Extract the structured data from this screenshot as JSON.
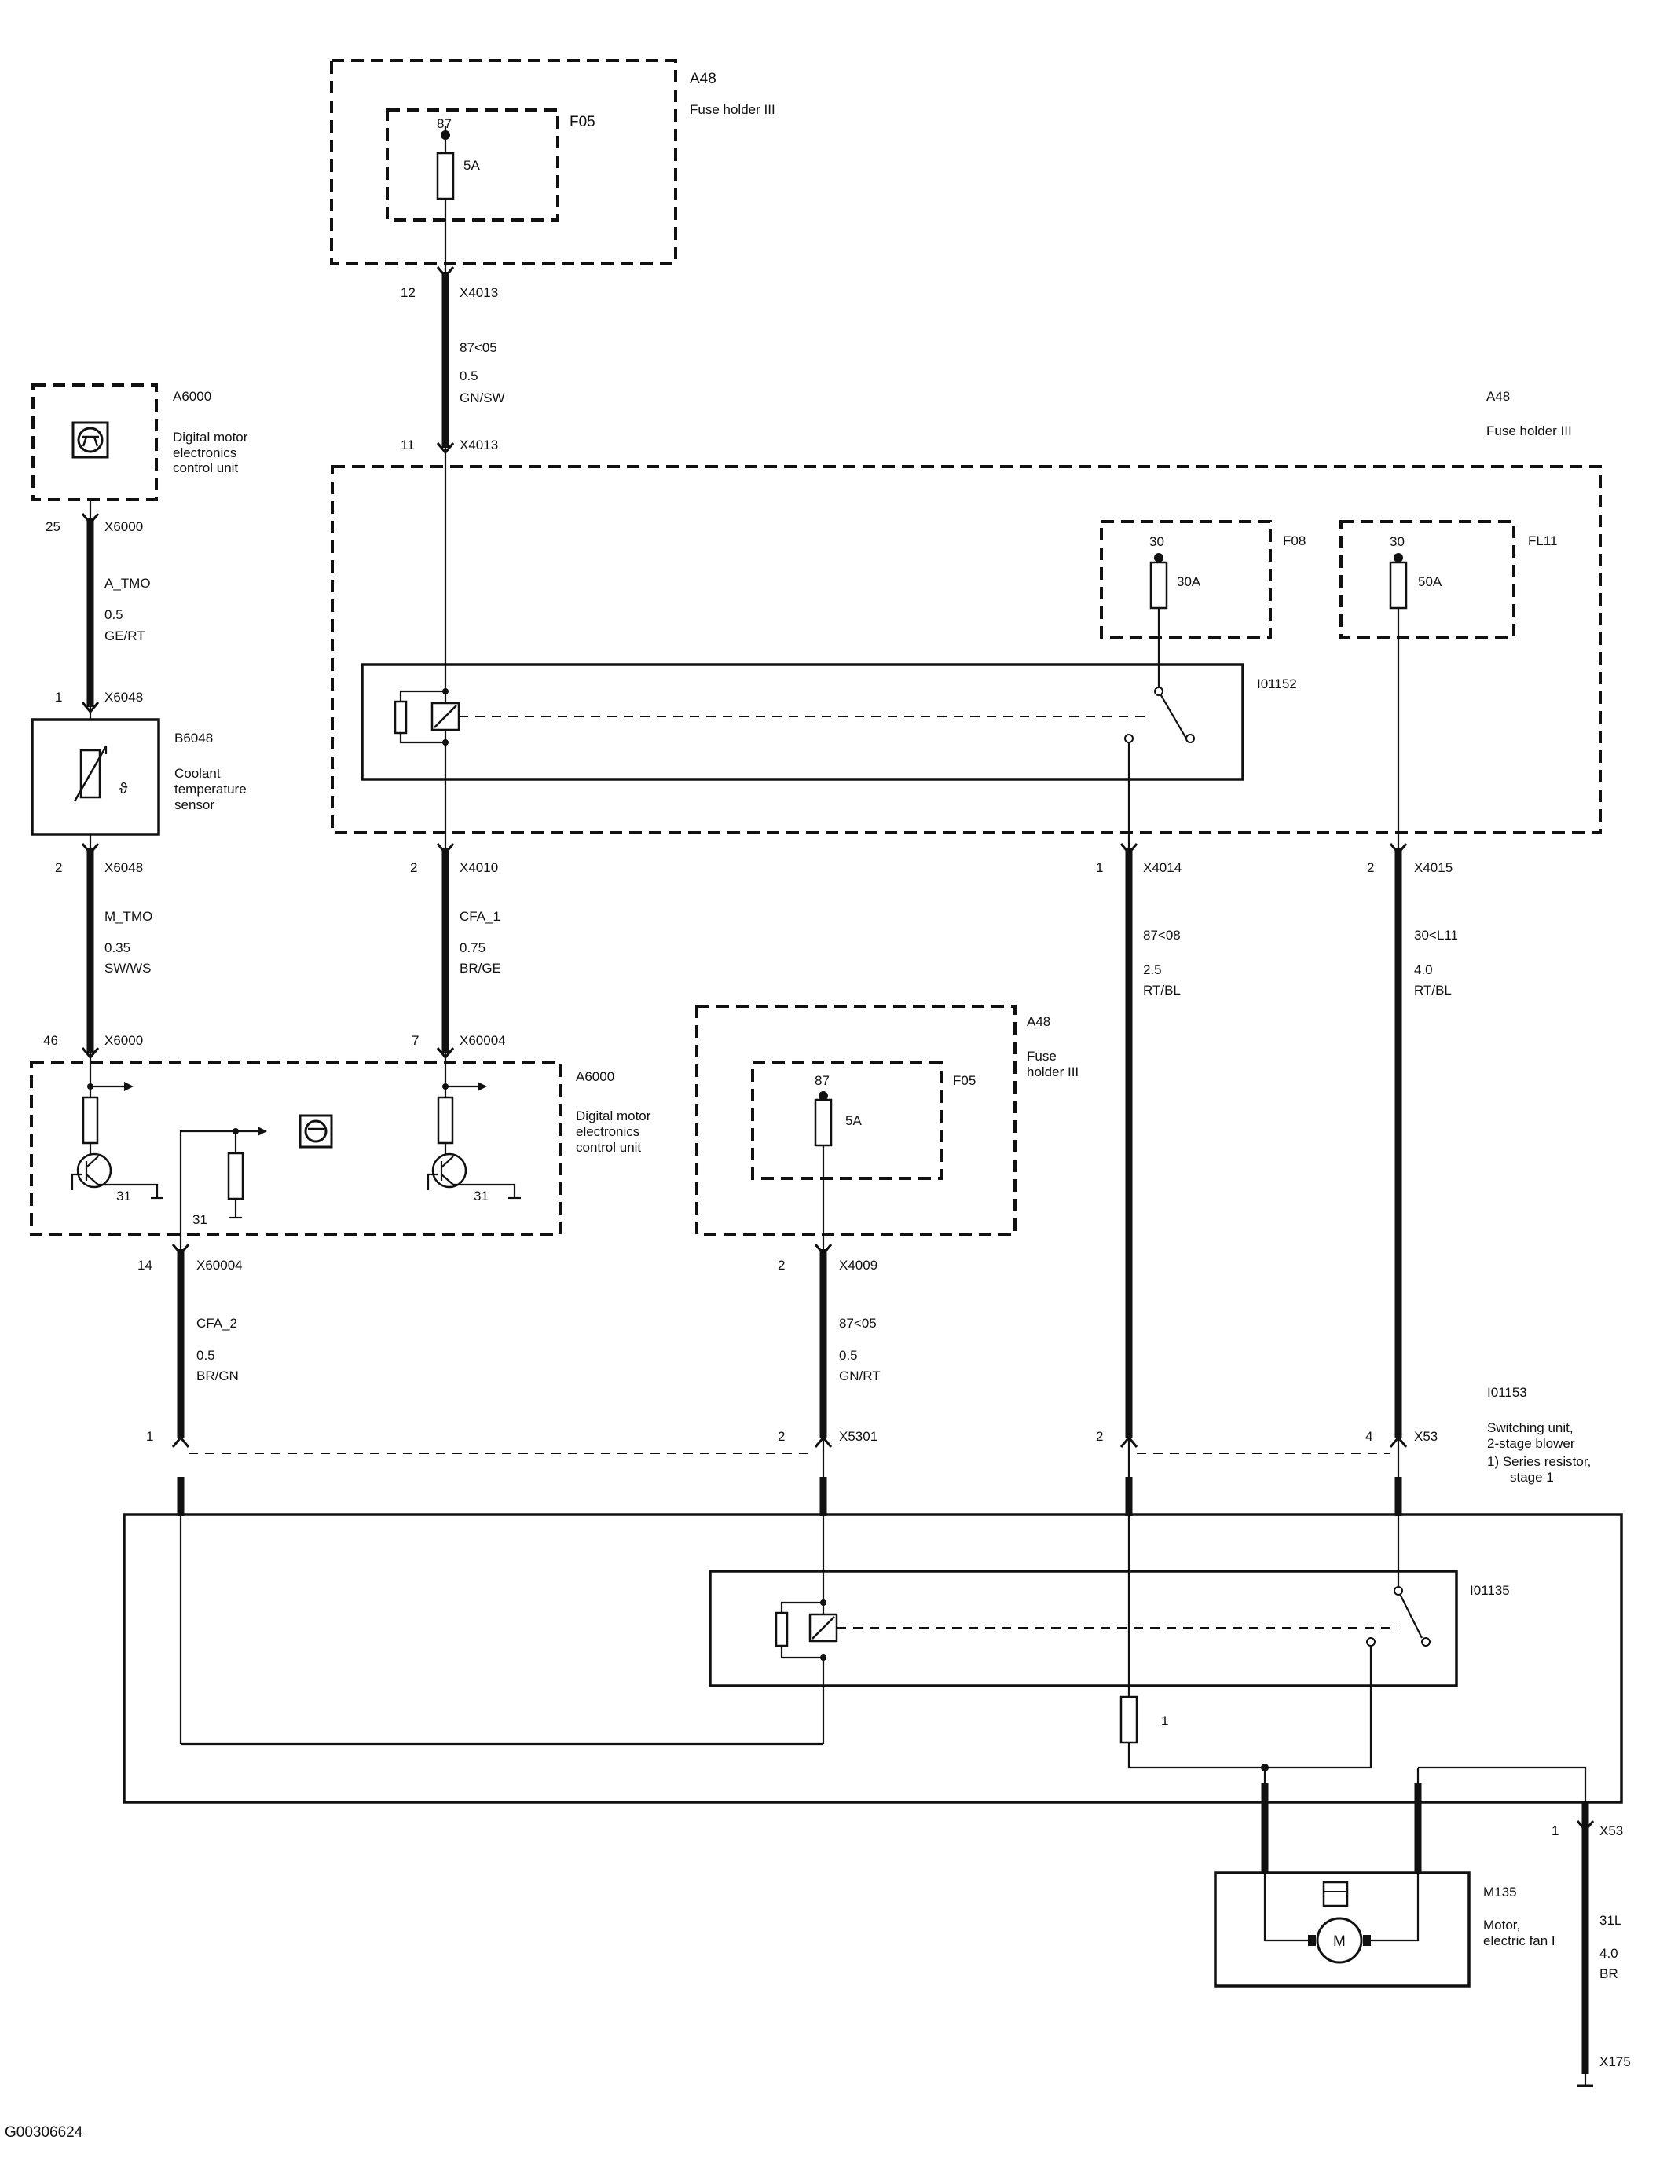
{
  "labels": {
    "a48_top_id": "A48",
    "a48_top_name": "Fuse holder III",
    "f05_top_id": "F05",
    "f05_top_pin": "87",
    "f05_top_rating": "5A",
    "x4013_top_pin": "12",
    "x4013_top": "X4013",
    "w1_circuit": "87<05",
    "w1_size": "0.5",
    "w1_color": "GN/SW",
    "x4013_bot_pin": "11",
    "x4013_bot": "X4013",
    "a48_right_id": "A48",
    "a48_right_name": "Fuse holder III",
    "f08_id": "F08",
    "f08_pin": "30",
    "f08_rating": "30A",
    "fl11_id": "FL11",
    "fl11_pin": "30",
    "fl11_rating": "50A",
    "i01152": "I01152",
    "a6000_top_id": "A6000",
    "a6000_top_name_1": "Digital motor",
    "a6000_top_name_2": "electronics",
    "a6000_top_name_3": "control unit",
    "x6000_top_pin": "25",
    "x6000_top": "X6000",
    "w_atmo_circuit": "A_TMO",
    "w_atmo_size": "0.5",
    "w_atmo_color": "GE/RT",
    "x6048_top_pin": "1",
    "x6048_top": "X6048",
    "b6048_id": "B6048",
    "b6048_name_1": "Coolant",
    "b6048_name_2": "temperature",
    "b6048_name_3": "sensor",
    "x6048_bot_pin": "2",
    "x6048_bot": "X6048",
    "w_mtmo_circuit": "M_TMO",
    "w_mtmo_size": "0.35",
    "w_mtmo_color": "SW/WS",
    "x6000_bot_pin": "46",
    "x6000_bot": "X6000",
    "x4010_pin": "2",
    "x4010": "X4010",
    "w_cfa1_circuit": "CFA_1",
    "w_cfa1_size": "0.75",
    "w_cfa1_color": "BR/GE",
    "x60004_top_pin": "7",
    "x60004_top": "X60004",
    "x4014_pin": "1",
    "x4014": "X4014",
    "w_87_08_circuit": "87<08",
    "w_87_08_size": "2.5",
    "w_87_08_color": "RT/BL",
    "x4015_pin": "2",
    "x4015": "X4015",
    "w_30_l11_circuit": "30<L11",
    "w_30_l11_size": "4.0",
    "w_30_l11_color": "RT/BL",
    "a6000_mid_id": "A6000",
    "a6000_mid_name_1": "Digital motor",
    "a6000_mid_name_2": "electronics",
    "a6000_mid_name_3": "control unit",
    "gnd_31_a": "31",
    "gnd_31_b": "31",
    "gnd_31_c": "31",
    "a48_mid_id": "A48",
    "a48_mid_name_1": "Fuse",
    "a48_mid_name_2": "holder III",
    "f05_mid_id": "F05",
    "f05_mid_pin": "87",
    "f05_mid_rating": "5A",
    "x60004_bot_pin": "14",
    "x60004_bot": "X60004",
    "w_cfa2_circuit": "CFA_2",
    "w_cfa2_size": "0.5",
    "w_cfa2_color": "BR/GN",
    "x4009_pin": "2",
    "x4009": "X4009",
    "w_87_05_b_circuit": "87<05",
    "w_87_05_b_size": "0.5",
    "w_87_05_b_color": "GN/RT",
    "i01153_id": "I01153",
    "i01153_name_1": "Switching unit,",
    "i01153_name_2": "2-stage blower",
    "i01153_note_1": "1)  Series resistor,",
    "i01153_note_2": "stage 1",
    "x5301_pin_1": "1",
    "x5301_pin_2": "2",
    "x5301": "X5301",
    "x53_pin_2": "2",
    "x53_pin_4": "4",
    "x53_top": "X53",
    "i01135": "I01135",
    "resistor_note": "1",
    "x53_bot_pin": "1",
    "x53_bot": "X53",
    "m135_id": "M135",
    "m135_name_1": "Motor,",
    "m135_name_2": "electric fan I",
    "motor_symbol": "M",
    "w_31l_circuit": "31L",
    "w_31l_size": "4.0",
    "w_31l_color": "BR",
    "x175": "X175",
    "figure_id": "G00306624"
  }
}
